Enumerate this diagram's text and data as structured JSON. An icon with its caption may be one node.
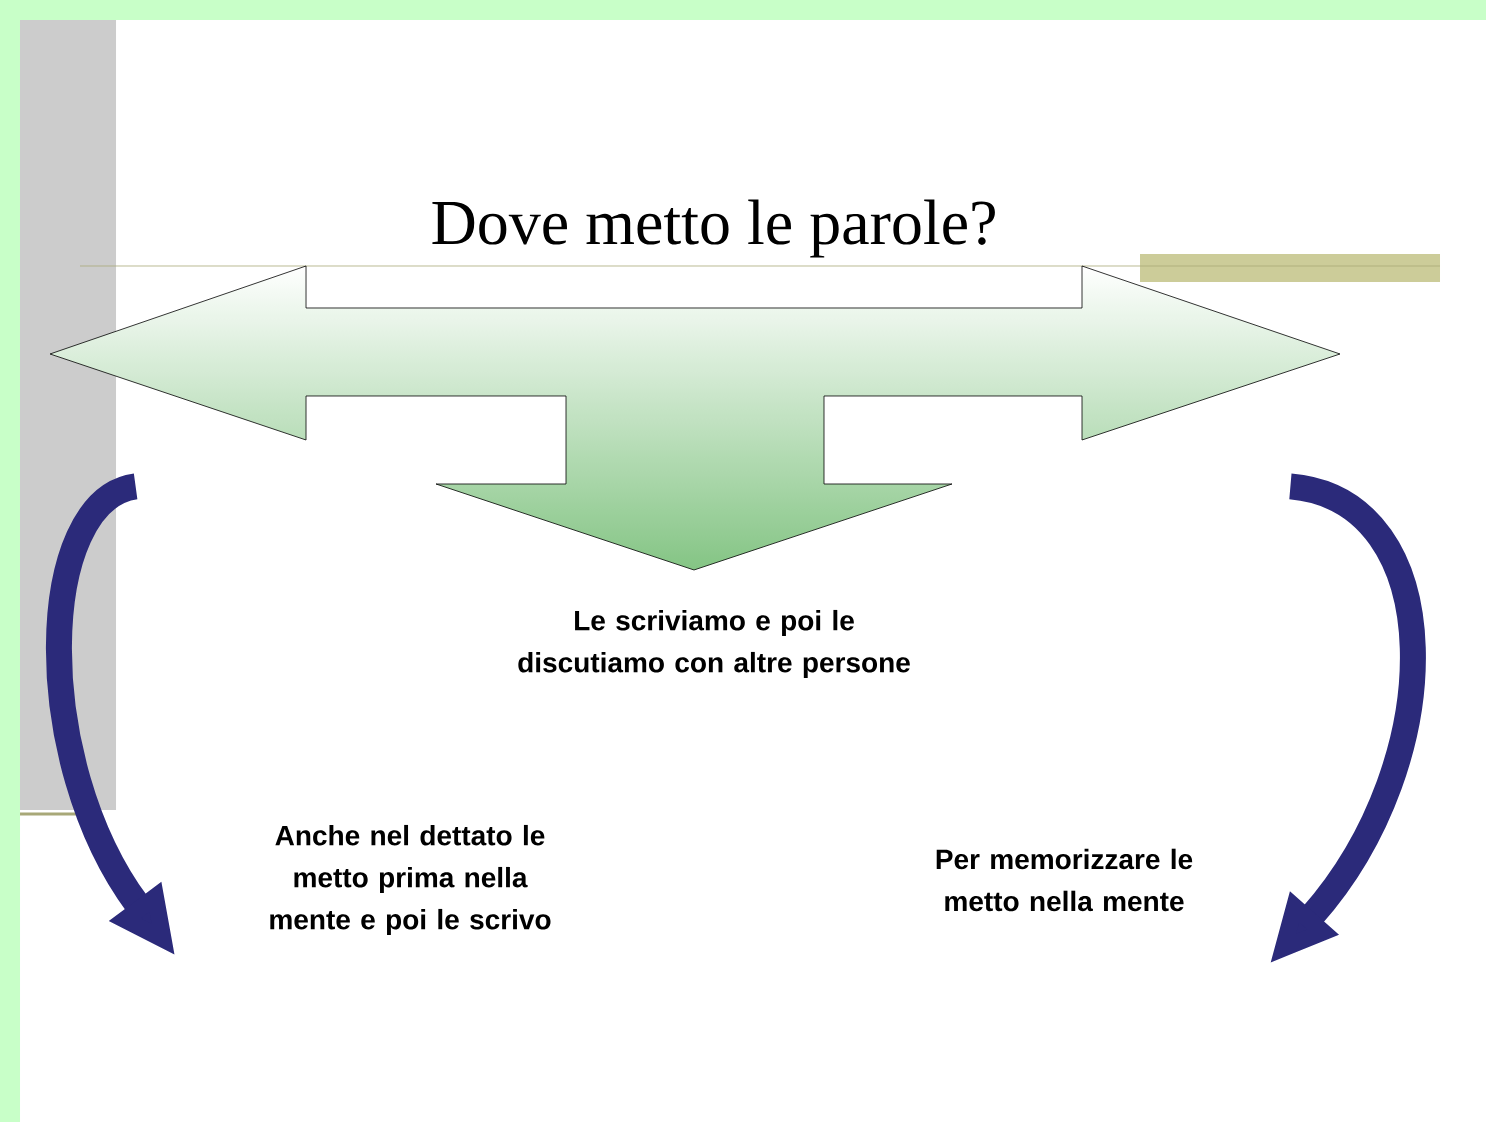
{
  "diagram": {
    "title": "Dove metto le parole?",
    "nodes": [
      {
        "text": [],
        "shape": "arrow"
      },
      {
        "text": [
          "Anche nel dettato le metto prima nella mente e poi le scrivo"
        ]
      },
      {
        "text": [
          "Per memorizzare le metto nella mente"
        ]
      }
    ],
    "edges": [
      {
        "from": 0,
        "to": 1,
        "arrow": "to"
      },
      {
        "from": 0,
        "to": 2,
        "arrow": "to"
      }
    ],
    "labels": [
      "Le scriviamo e poi le discutiamo con altre persone"
    ]
  }
}
